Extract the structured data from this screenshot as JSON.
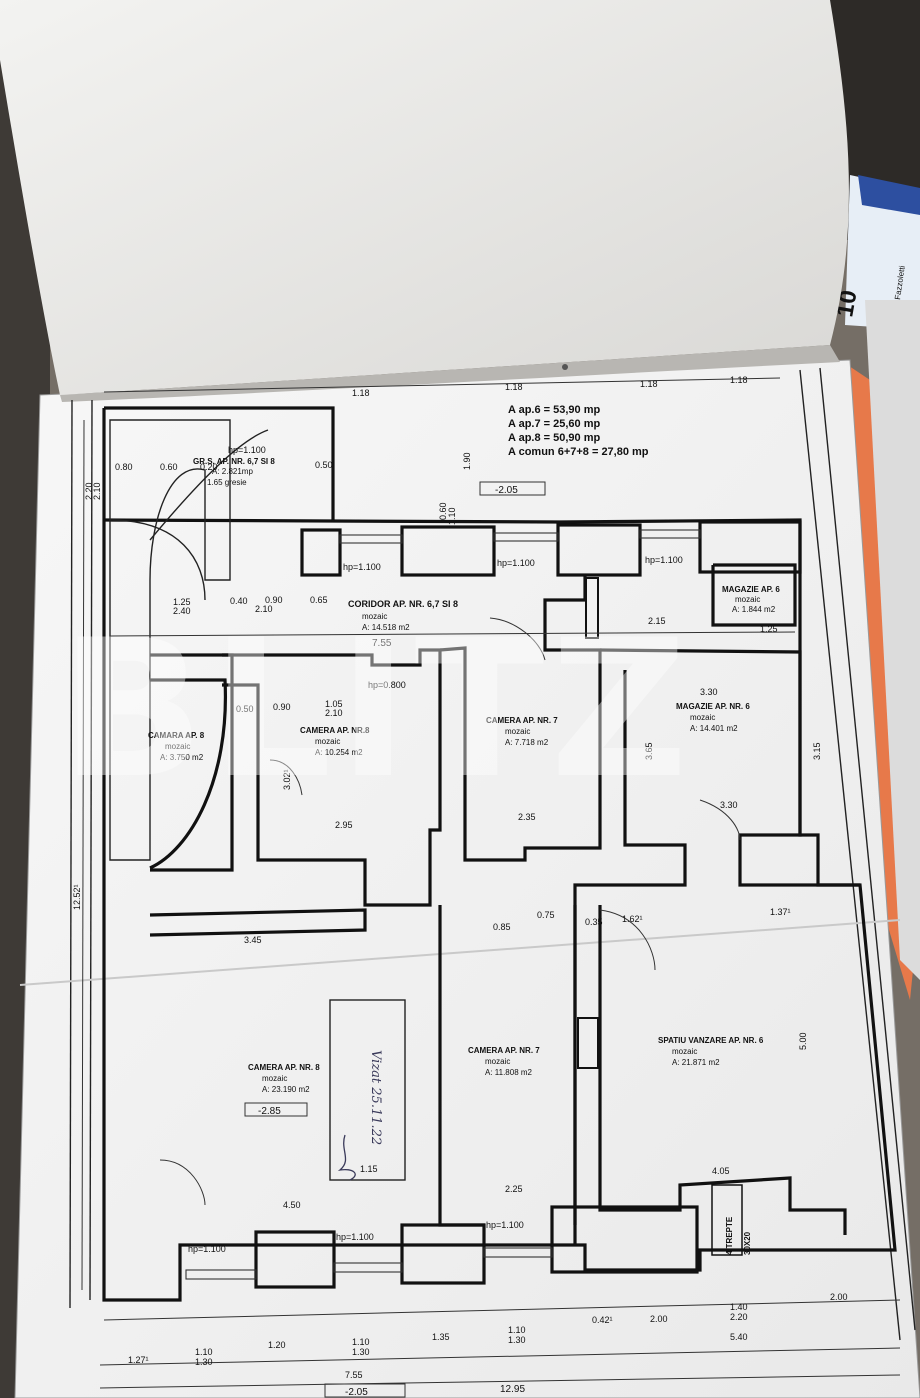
{
  "summary": [
    "A ap.6 = 53,90 mp",
    "A ap.7 = 25,60 mp",
    "A ap.8 = 50,90 mp",
    "A comun 6+7+8 = 27,80 mp"
  ],
  "levels": {
    "top": "-2.05",
    "room": "-2.85",
    "bottom": "-2.05"
  },
  "rooms": {
    "wc": {
      "name": "GR.S. AP. NR. 6,7 SI 8",
      "area": "A: 2.821mp",
      "floor": "1.65 gresie",
      "hp": "hp=1.100"
    },
    "corridor": {
      "name": "CORIDOR AP. NR. 6,7 SI 8",
      "floor": "mozaic",
      "area": "A: 14.518 m2"
    },
    "mag6a": {
      "name": "MAGAZIE AP. 6",
      "floor": "mozaic",
      "area": "A: 1.844 m2"
    },
    "camara8": {
      "name": "CAMARA AP. 8",
      "floor": "mozaic",
      "area": "A: 3.750 m2"
    },
    "cam8a": {
      "name": "CAMERA AP. NR.8",
      "floor": "mozaic",
      "area": "A: 10.254 m2"
    },
    "cam7a": {
      "name": "CAMERA AP. NR. 7",
      "floor": "mozaic",
      "area": "A: 7.718 m2"
    },
    "mag6b": {
      "name": "MAGAZIE AP. NR. 6",
      "floor": "mozaic",
      "area": "A: 14.401 m2"
    },
    "cam8b": {
      "name": "CAMERA AP. NR. 8",
      "floor": "mozaic",
      "area": "A: 23.190 m2"
    },
    "cam7b": {
      "name": "CAMERA AP. NR. 7",
      "floor": "mozaic",
      "area": "A: 11.808 m2"
    },
    "shop6": {
      "name": "SPATIU VANZARE AP. NR. 6",
      "floor": "mozaic",
      "area": "A: 21.871 m2"
    }
  },
  "hp_labels": [
    "hp=1.100",
    "hp=1.100",
    "hp=1.100",
    "hp=0.800",
    "hp=1.100",
    "hp=1.100",
    "hp=1.100"
  ],
  "dimensions": {
    "top": [
      "1.18",
      "1.18",
      "1.18",
      "1.18"
    ],
    "bottom_row1": [
      "0.42¹",
      "2.00",
      "1.40",
      "2.20",
      "2.00"
    ],
    "bottom_row2": [
      "1.27¹",
      "1.10",
      "1.30",
      "1.20",
      "1.10",
      "1.30",
      "1.35",
      "1.10",
      "1.30",
      "5.40"
    ],
    "bottom_total": [
      "7.55",
      "12.95"
    ],
    "left": [
      "2.20",
      "2.10",
      "12.52¹"
    ],
    "misc": [
      "0.80",
      "0.60",
      "0.20",
      "0.50",
      "1.90",
      "1.10",
      "0.60",
      "7.55",
      "1.25",
      "2.40",
      "0.40",
      "0.90",
      "2.10",
      "0.65",
      "2.15",
      "1.25",
      "1.05",
      "2.10",
      "0.50",
      "0.90",
      "3.30",
      "3.65",
      "3.15",
      "3.02¹",
      "2.95",
      "2.35",
      "3.45",
      "4.50",
      "2.25",
      "4.05",
      "1.62¹",
      "1.37¹",
      "5.00",
      "0.85",
      "0.75",
      "0.35",
      "1.15",
      "3.30"
    ]
  },
  "window_label": "30X20",
  "door_label": "4 TREPTE",
  "handwriting": "Vizat 25.11.22",
  "watermark": "BLITZ",
  "binder_tab": "10",
  "sticky_text": "Fazzoletti"
}
